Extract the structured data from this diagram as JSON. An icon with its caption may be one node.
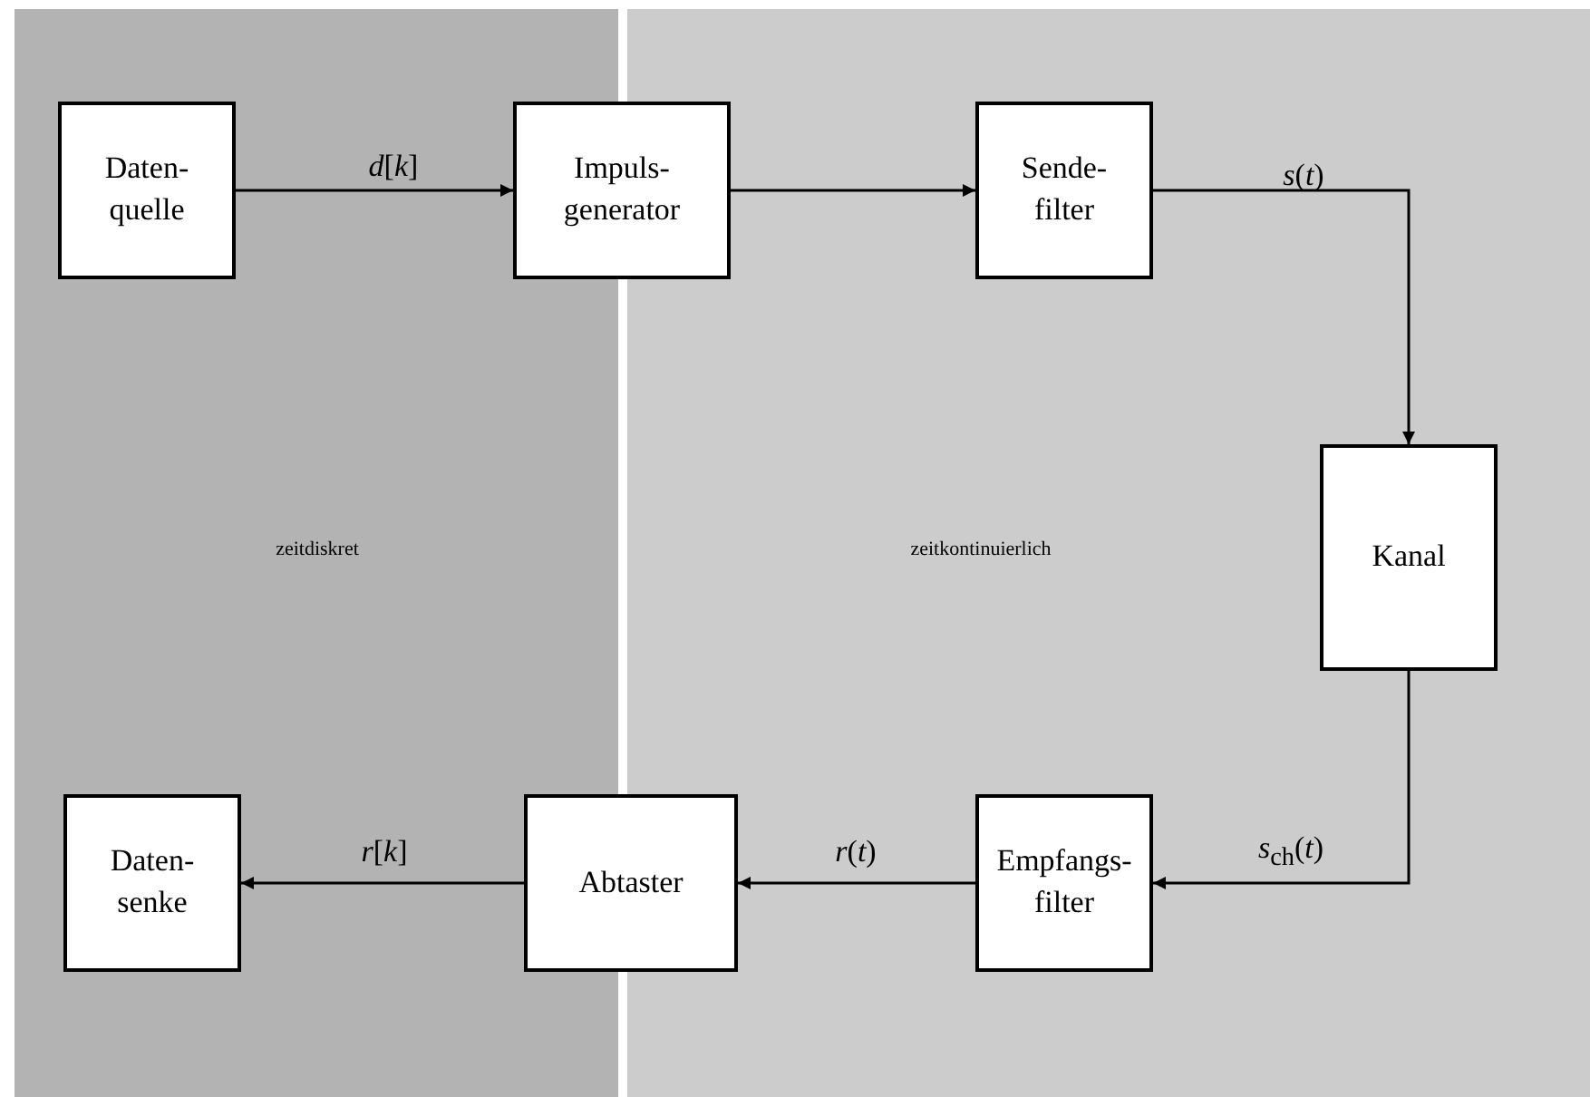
{
  "diagram": {
    "nodes": [
      {
        "text": [
          "zeitdiskret"
        ]
      },
      {
        "text": [
          "zeitkontinuierlich"
        ]
      },
      {
        "text": [
          "Daten- quelle"
        ],
        "in": 0
      },
      {
        "text": [
          "Impuls- generator"
        ]
      },
      {
        "text": [
          "Sende- filter"
        ],
        "in": 1
      },
      {
        "text": [
          "Kanal"
        ],
        "in": 1
      },
      {
        "text": [
          "Daten- senke"
        ],
        "in": 0
      },
      {
        "text": [
          "Abtaster"
        ]
      },
      {
        "text": [
          "Empfangs- filter"
        ],
        "in": 1
      }
    ],
    "edges": [
      {
        "from": 2,
        "to": 3,
        "arrow": "to",
        "label": "*d*[*k*]"
      },
      {
        "from": 3,
        "to": 4,
        "arrow": "to"
      },
      {
        "from": 4,
        "to": 5,
        "arrow": "to",
        "label": "*s*(*t*)"
      },
      {
        "from": 5,
        "to": 8,
        "arrow": "to",
        "label": "*s*$_{ch}$(*t*)"
      },
      {
        "from": 8,
        "to": 7,
        "arrow": "to",
        "label": "*r*(*t*)"
      },
      {
        "from": 7,
        "to": 6,
        "arrow": "to",
        "label": "*r*[*k*]"
      }
    ]
  }
}
